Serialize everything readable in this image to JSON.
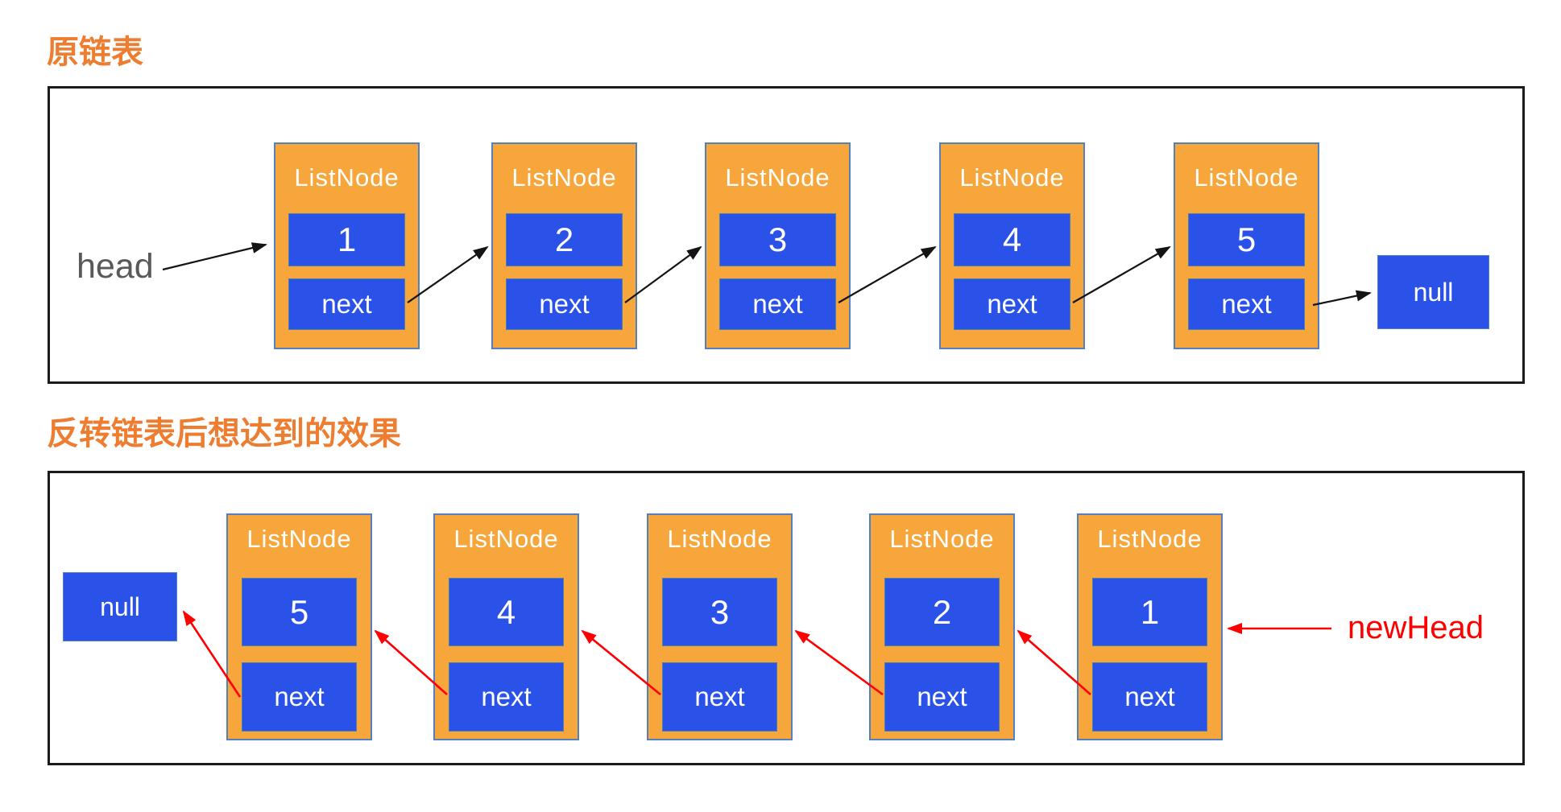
{
  "diagram": {
    "labels": {
      "node_title": "ListNode",
      "next_field": "next",
      "null_value": "null"
    },
    "colors": {
      "section_title": "#ED7D31",
      "node_fill": "#F7A63C",
      "node_border": "#5580BE",
      "field_fill": "#2B52E8",
      "panel_border": "#1B1B1B",
      "black_arrow": "#141414",
      "red_arrow": "#FF0000",
      "head_label_gray": "#595959",
      "node_text": "#FFFFFF"
    },
    "sections": [
      {
        "id": "original",
        "title": "原链表",
        "pointer_label": "head",
        "terminator": "null",
        "nodes": [
          {
            "value": "1"
          },
          {
            "value": "2"
          },
          {
            "value": "3"
          },
          {
            "value": "4"
          },
          {
            "value": "5"
          }
        ]
      },
      {
        "id": "reversed",
        "title": "反转链表后想达到的效果",
        "pointer_label": "newHead",
        "terminator": "null",
        "nodes": [
          {
            "value": "5"
          },
          {
            "value": "4"
          },
          {
            "value": "3"
          },
          {
            "value": "2"
          },
          {
            "value": "1"
          }
        ]
      }
    ]
  }
}
